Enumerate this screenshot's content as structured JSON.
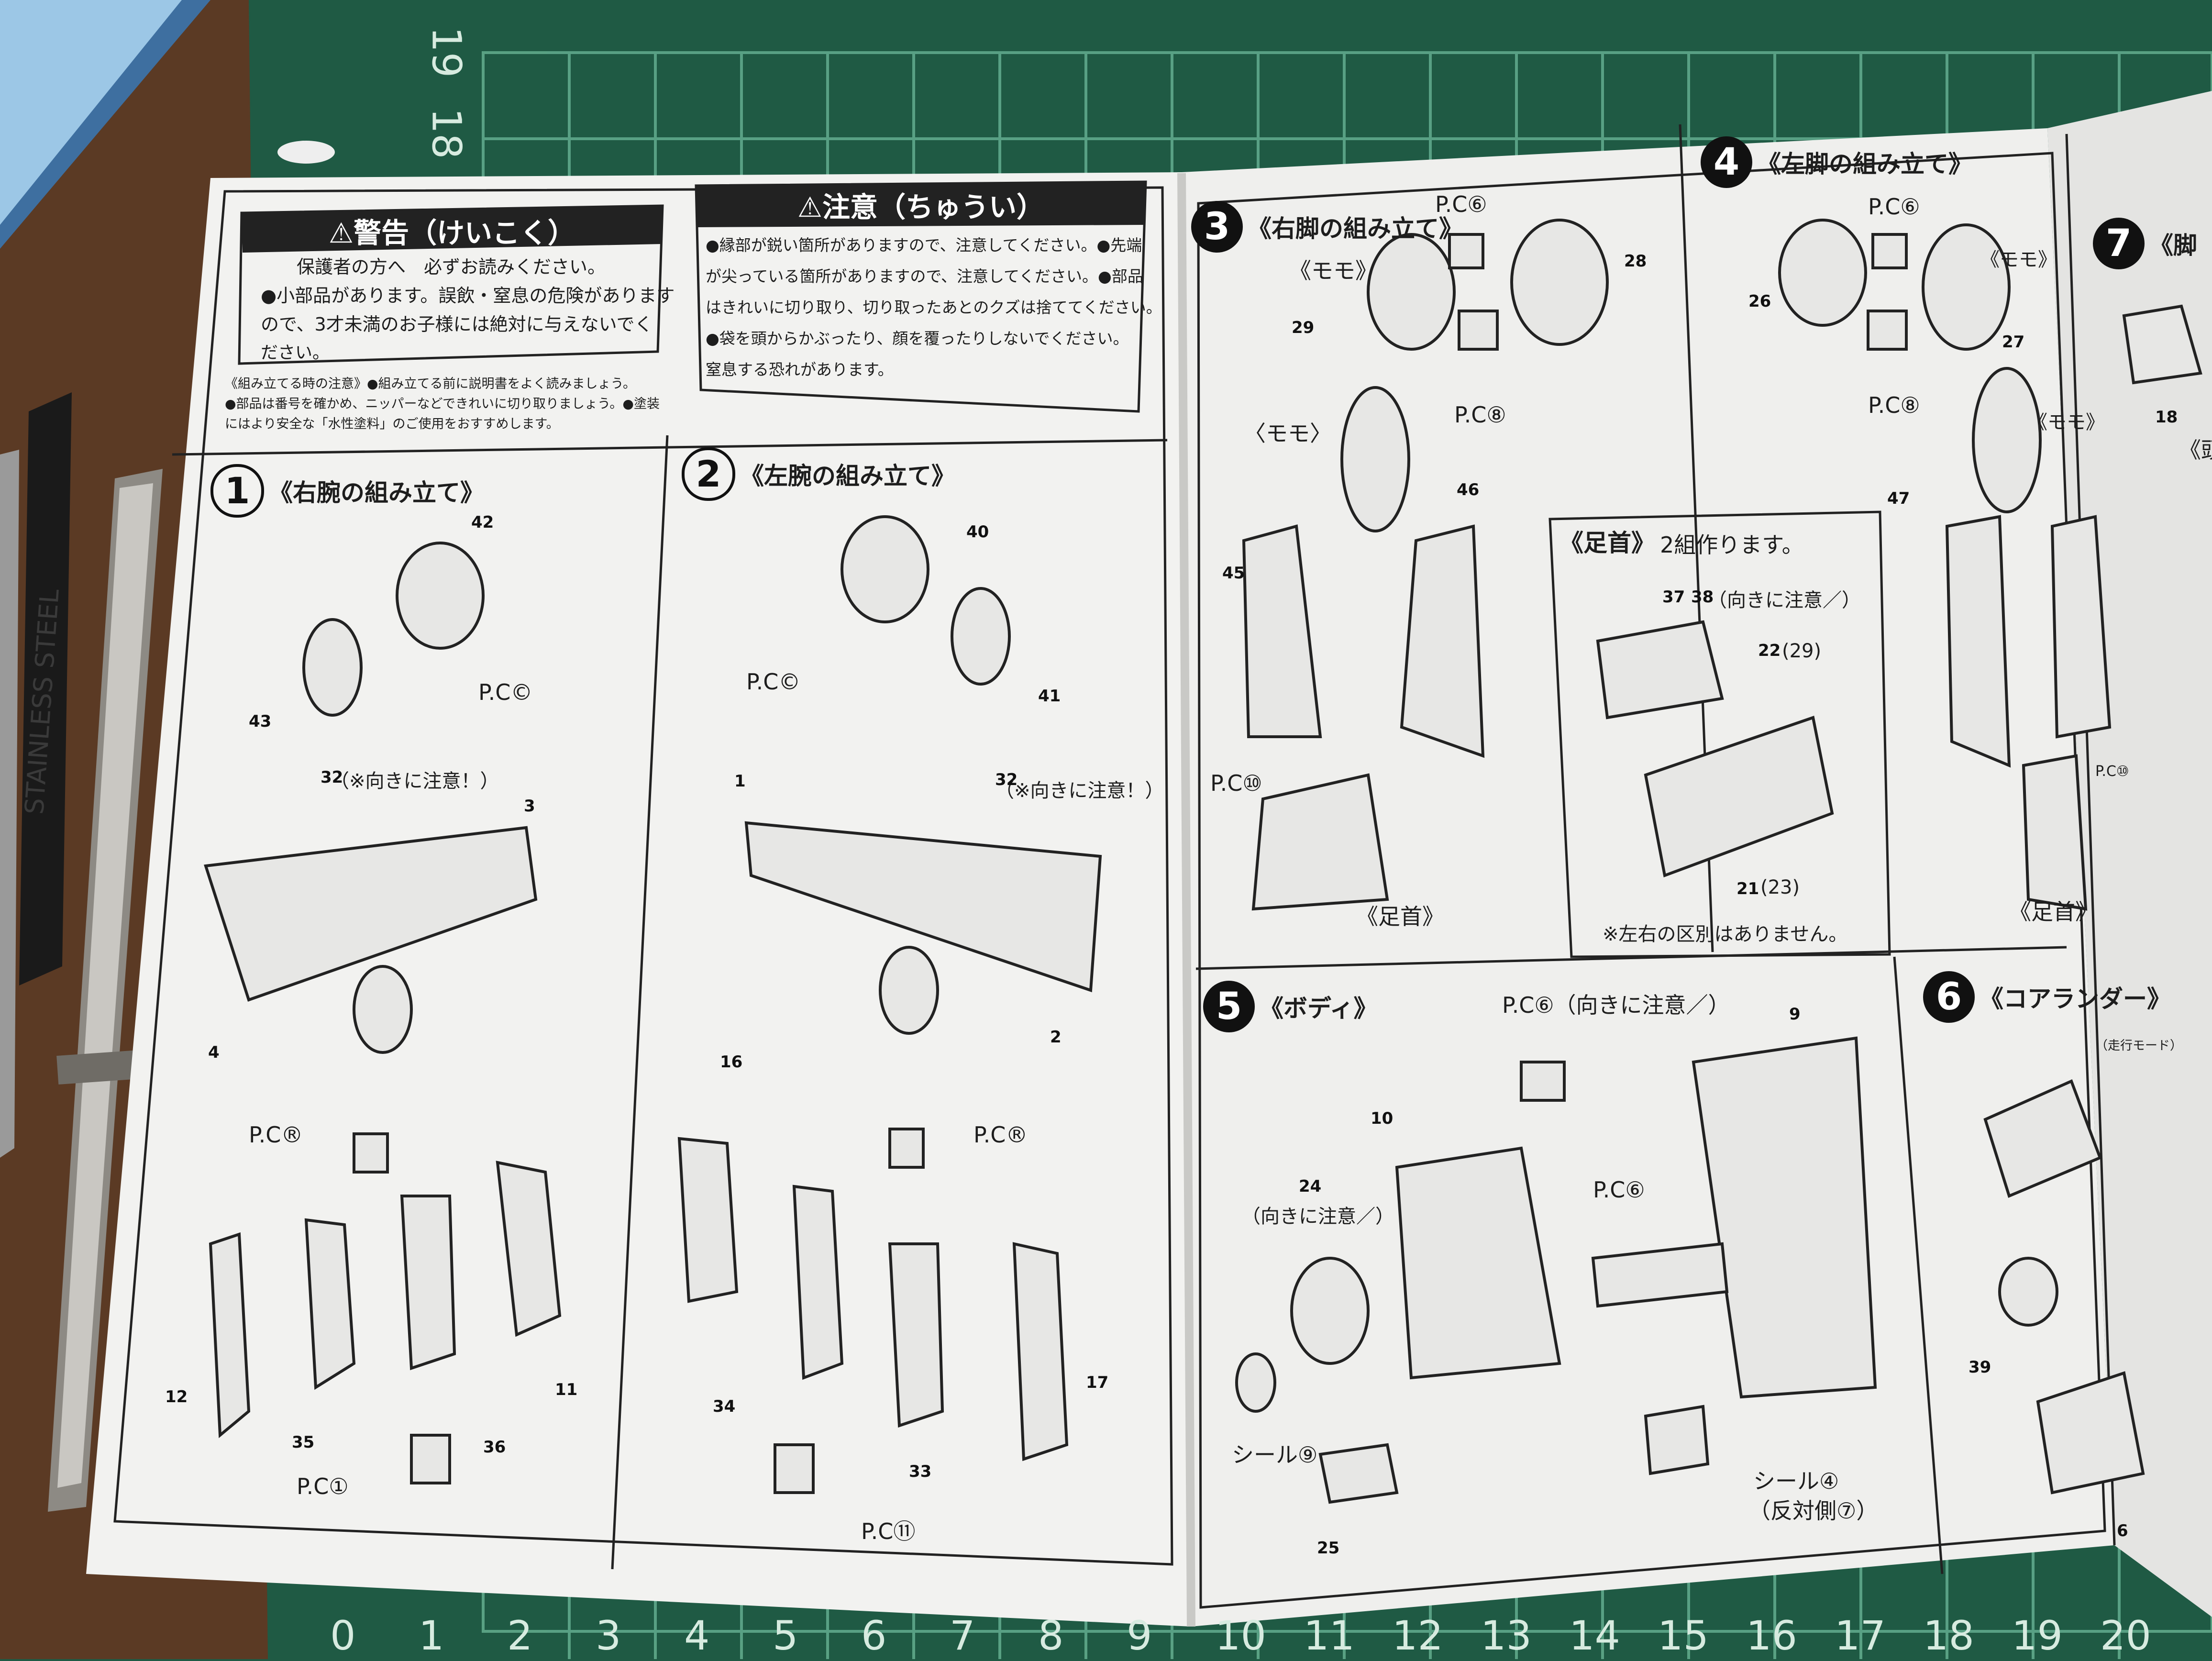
{
  "mat": {
    "colors": {
      "mat": "#1f5a44",
      "grid": "#6fb59a",
      "paper": "#f2f2f0",
      "ink": "#1d1d1d"
    },
    "ruler_bottom": [
      "0",
      "1",
      "2",
      "3",
      "4",
      "5",
      "6",
      "7",
      "8",
      "9",
      "10",
      "11",
      "12",
      "13",
      "14",
      "15",
      "16",
      "17",
      "18",
      "19",
      "20"
    ],
    "ruler_left": [
      "19",
      "18"
    ]
  },
  "tools": {
    "tweezers_brand": "STAINLESS STEEL"
  },
  "warning_box": {
    "title": "⚠警告（けいこく）",
    "line1": "保護者の方へ　必ずお読みください。",
    "line2": "●小部品があります。誤飲・窒息の危険があります",
    "line3": "ので、3才未満のお子様には絶対に与えないでく",
    "line4": "ださい。"
  },
  "caution_box": {
    "title": "⚠注意（ちゅうい）",
    "line1": "●縁部が鋭い箇所がありますので、注意してください。●先端",
    "line2": "が尖っている箇所がありますので、注意してください。●部品",
    "line3": "はきれいに切り取り、切り取ったあとのクズは捨ててください。",
    "line4": "●袋を頭からかぶったり、顔を覆ったりしないでください。",
    "line5": "窒息する恐れがあります。"
  },
  "assembly_note": {
    "line1": "《組み立てる時の注意》●組み立てる前に説明書をよく読みましょう。",
    "line2": "●部品は番号を確かめ、ニッパーなどできれいに切り取りましょう。●塗装",
    "line3": "にはより安全な「水性塗料」のご使用をおすすめします。"
  },
  "steps": [
    {
      "num": "1",
      "title": "《右腕の組み立て》"
    },
    {
      "num": "2",
      "title": "《左腕の組み立て》"
    },
    {
      "num": "3",
      "title": "《右脚の組み立て》"
    },
    {
      "num": "4",
      "title": "《左脚の組み立て》"
    },
    {
      "num": "5",
      "title": "《ボディ》"
    },
    {
      "num": "6",
      "title": "《コアランダー》"
    },
    {
      "num": "7",
      "title": "《脚"
    }
  ],
  "step1": {
    "pc_c": "P.C©",
    "pc_b": "P.C®",
    "pc_i": "P.C①",
    "note": "（※向きに注意！）",
    "parts": [
      "42",
      "43",
      "32",
      "3",
      "4",
      "12",
      "35",
      "36",
      "11"
    ]
  },
  "step2": {
    "pc_c": "P.C©",
    "pc_b": "P.C®",
    "pc_h": "P.C⑪",
    "note": "（※向きに注意！）",
    "parts": [
      "40",
      "41",
      "32",
      "1",
      "2",
      "16",
      "34",
      "33",
      "17"
    ]
  },
  "step3": {
    "pc_e": "P.C⑥",
    "pc_a": "P.C⑧",
    "pc_d": "P.C⑩",
    "momo1": "《モモ》",
    "momo2": "〈モモ〉",
    "ashikubi": "《足首》",
    "parts": [
      "29",
      "28",
      "46",
      "45"
    ]
  },
  "ankle_box": {
    "title": "《足首》",
    "subtitle": "2組作ります。",
    "note_top": "（向きに注意／）",
    "pair1": "(29)",
    "pair2": "(23)",
    "footnote": "※左右の区別はありません。",
    "parts": [
      "37",
      "38",
      "22",
      "21"
    ]
  },
  "step4": {
    "pc_e": "P.C⑥",
    "pc_a": "P.C⑧",
    "pc_d": "P.C⑩",
    "momo1": "《モモ》",
    "momo2": "《モモ》",
    "ashikubi": "《足首》",
    "parts": [
      "26",
      "27",
      "47"
    ]
  },
  "step5": {
    "pc_f": "P.C⑥（向きに注意／）",
    "pc_g": "P.C⑥",
    "note": "（向きに注意／）",
    "seal_u": "シール⑨",
    "seal_i": "シール④",
    "reverse": "（反対側⑦）",
    "parts": [
      "10",
      "24",
      "9",
      "25"
    ]
  },
  "step6": {
    "mode": "（走行モード）",
    "parts": [
      "39",
      "6"
    ]
  },
  "step7": {
    "partial": "《頭",
    "parts": [
      "18"
    ]
  }
}
